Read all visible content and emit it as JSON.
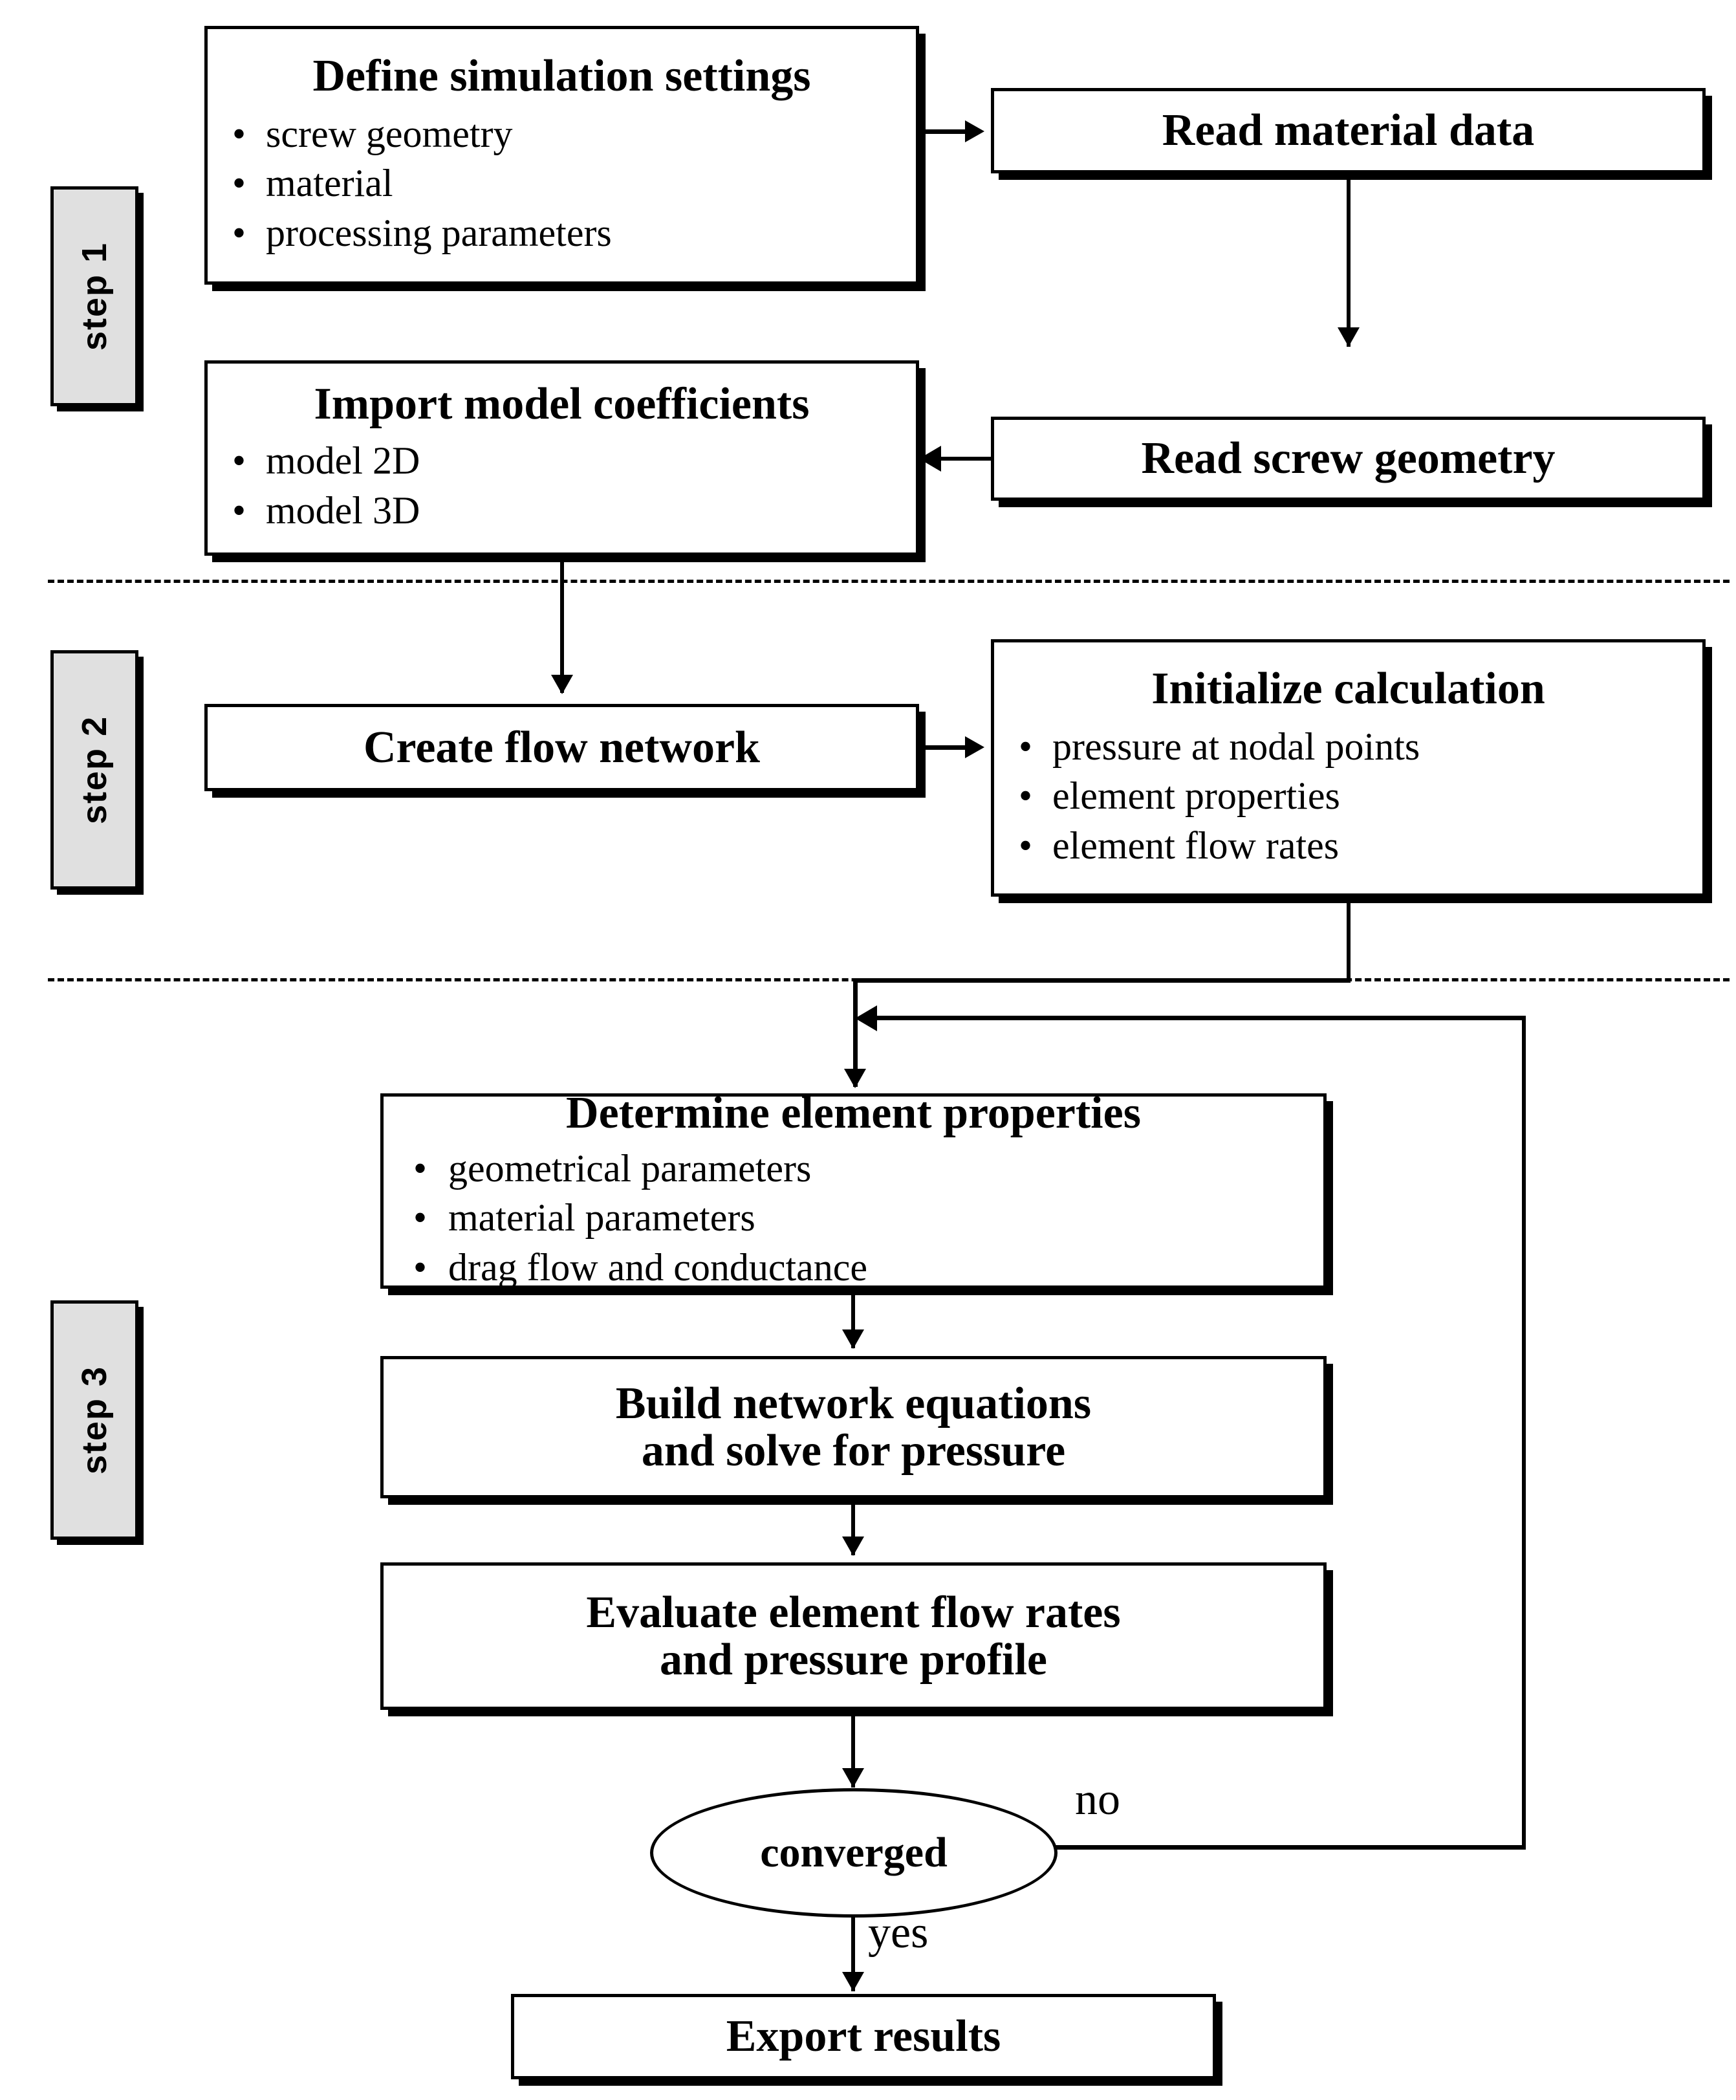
{
  "diagram": {
    "type": "flowchart",
    "title": "Simulation workflow flowchart",
    "colors": {
      "stroke": "#000000",
      "fill": "#ffffff",
      "step_marker_fill": "#e0e0e0"
    }
  },
  "steps": [
    {
      "label": "step 1"
    },
    {
      "label": "step 2"
    },
    {
      "label": "step 3"
    }
  ],
  "nodes": {
    "define_simulation_settings": {
      "title": "Define simulation settings",
      "bullets": [
        "screw geometry",
        "material",
        "processing parameters"
      ],
      "bullet_char": "•"
    },
    "read_material_data": {
      "title": "Read material data"
    },
    "import_model_coefficients": {
      "title": "Import model coefficients",
      "bullets": [
        "model 2D",
        "model 3D"
      ],
      "bullet_char": "•"
    },
    "read_screw_geometry": {
      "title": "Read screw geometry"
    },
    "create_flow_network": {
      "title": "Create flow network"
    },
    "initialize_calculation": {
      "title": "Initialize calculation",
      "bullets": [
        "pressure at nodal points",
        "element properties",
        "element flow rates"
      ],
      "bullet_char": "•"
    },
    "determine_element_properties": {
      "title": "Determine element properties",
      "bullets": [
        "geometrical parameters",
        "material parameters",
        "drag flow and conductance"
      ],
      "bullet_char": "•"
    },
    "build_network_equations": {
      "title_line1": "Build network equations",
      "title_line2": "and solve for pressure"
    },
    "evaluate_flow_rates": {
      "title_line1": "Evaluate element flow rates",
      "title_line2": "and pressure profile"
    },
    "converged_decision": {
      "label": "converged"
    },
    "export_results": {
      "title": "Export results"
    }
  },
  "edge_labels": {
    "no": "no",
    "yes": "yes"
  }
}
